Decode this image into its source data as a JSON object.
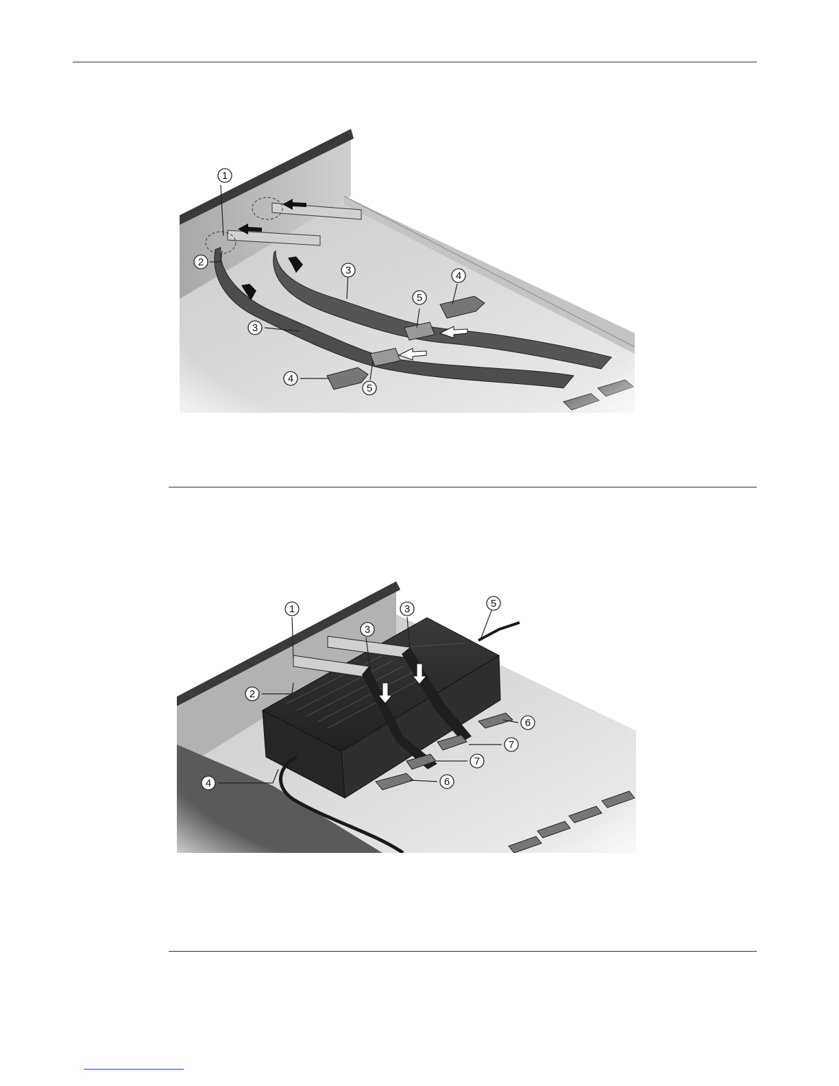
{
  "figures": [
    {
      "callouts": [
        "1",
        "2",
        "3",
        "3",
        "4",
        "4",
        "5",
        "5"
      ],
      "colors": {
        "floor": "#d8d8d8",
        "wall": "#b5b5b5",
        "strap": "#4a4a4a",
        "rail": "#3a3a3a"
      }
    },
    {
      "callouts": [
        "1",
        "2",
        "3",
        "3",
        "4",
        "5",
        "6",
        "6",
        "7",
        "7"
      ],
      "colors": {
        "floor": "#d6d6d6",
        "wall": "#b0b0b0",
        "adapter": "#2b2b2b",
        "strap": "#1e1e1e",
        "cord": "#1a1a1a"
      }
    }
  ]
}
